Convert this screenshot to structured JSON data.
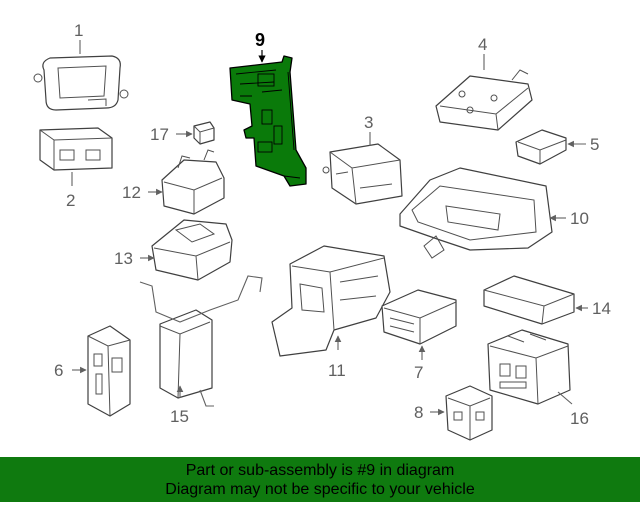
{
  "callouts": [
    "1",
    "2",
    "3",
    "4",
    "5",
    "6",
    "7",
    "8",
    "9",
    "10",
    "11",
    "12",
    "13",
    "14",
    "15",
    "16",
    "17"
  ],
  "highlight": {
    "part": "9",
    "color": "#0a7a0a"
  },
  "banner": {
    "line1": "Part or sub-assembly is #9 in diagram",
    "line2": "Diagram may not be specific to your vehicle",
    "color": "#0f7a0f"
  }
}
